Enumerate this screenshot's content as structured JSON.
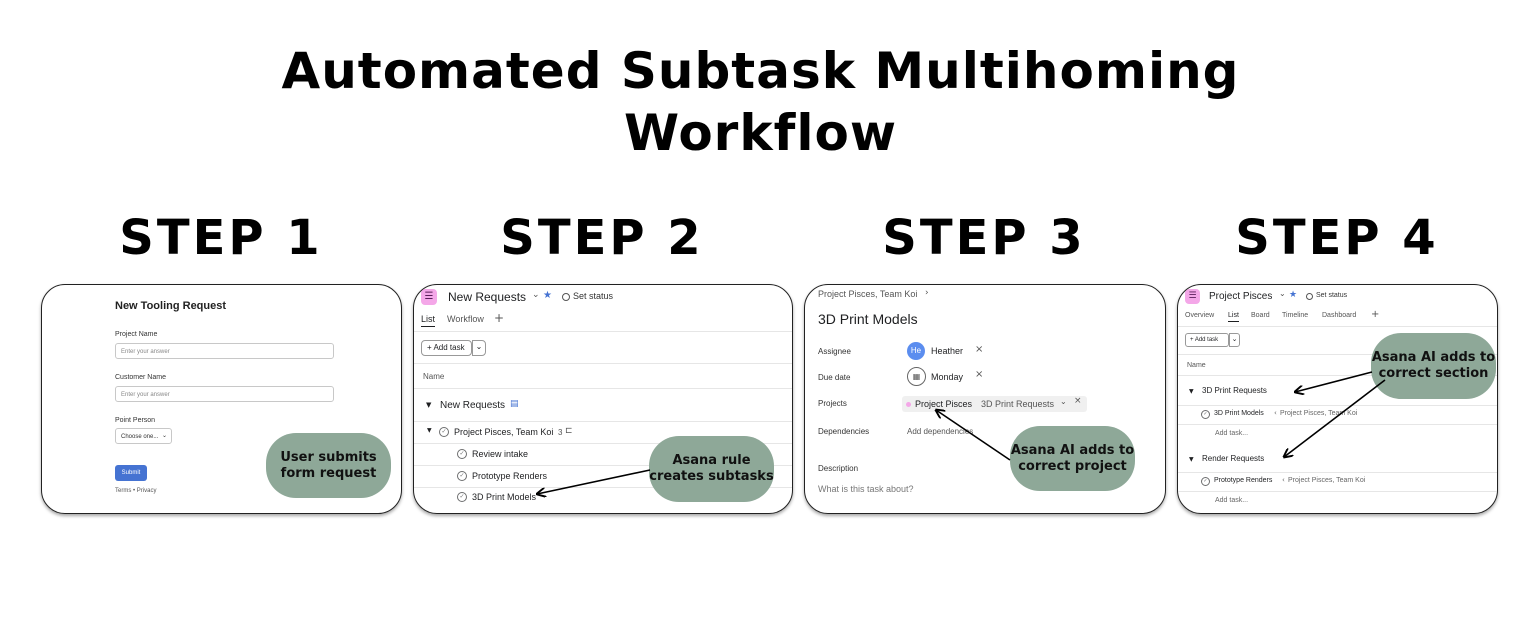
{
  "title_line1": "Automated Subtask Multihoming",
  "title_line2": "Workflow",
  "steps": [
    "STEP 1",
    "STEP 2",
    "STEP 3",
    "STEP 4"
  ],
  "step1": {
    "form_title": "New Tooling Request",
    "project_name_label": "Project Name",
    "project_name_placeholder": "Enter your answer",
    "customer_name_label": "Customer Name",
    "customer_name_placeholder": "Enter your answer",
    "point_person_label": "Point Person",
    "point_person_select": "Choose one...",
    "submit_label": "Submit",
    "footer_links": "Terms • Privacy",
    "callout": "User submits form request"
  },
  "step2": {
    "project_title": "New Requests",
    "set_status": "Set status",
    "tabs": [
      "List",
      "Workflow"
    ],
    "add_task": "+ Add task",
    "column_name": "Name",
    "section": "New Requests",
    "parent_task": "Project Pisces, Team Koi",
    "subtask_count": "3",
    "subtasks": [
      "Review intake",
      "Prototype Renders",
      "3D Print Models"
    ],
    "callout": "Asana rule creates subtasks"
  },
  "step3": {
    "breadcrumb": "Project Pisces, Team Koi",
    "task_title": "3D Print Models",
    "assignee_label": "Assignee",
    "assignee_initials": "He",
    "assignee_name": "Heather",
    "due_label": "Due date",
    "due_value": "Monday",
    "projects_label": "Projects",
    "project_name": "Project Pisces",
    "project_section": "3D Print Requests",
    "dependencies_label": "Dependencies",
    "dependencies_value": "Add dependencies",
    "description_label": "Description",
    "description_placeholder": "What is this task about?",
    "callout": "Asana AI adds to correct project"
  },
  "step4": {
    "project_title": "Project Pisces",
    "set_status": "Set status",
    "tabs": [
      "Overview",
      "List",
      "Board",
      "Timeline",
      "Dashboard"
    ],
    "add_task": "+ Add task",
    "column_name": "Name",
    "sections": [
      {
        "name": "3D Print Requests",
        "task": "3D Print Models",
        "parent": "Project Pisces, Team Koi",
        "add": "Add task..."
      },
      {
        "name": "Render Requests",
        "task": "Prototype Renders",
        "parent": "Project Pisces, Team Koi",
        "add": "Add task..."
      }
    ],
    "callout": "Asana AI adds to correct section"
  },
  "colors": {
    "callout_bg": "#8ea898",
    "accent_blue": "#4573d2",
    "project_pink": "#f4a7e8"
  }
}
